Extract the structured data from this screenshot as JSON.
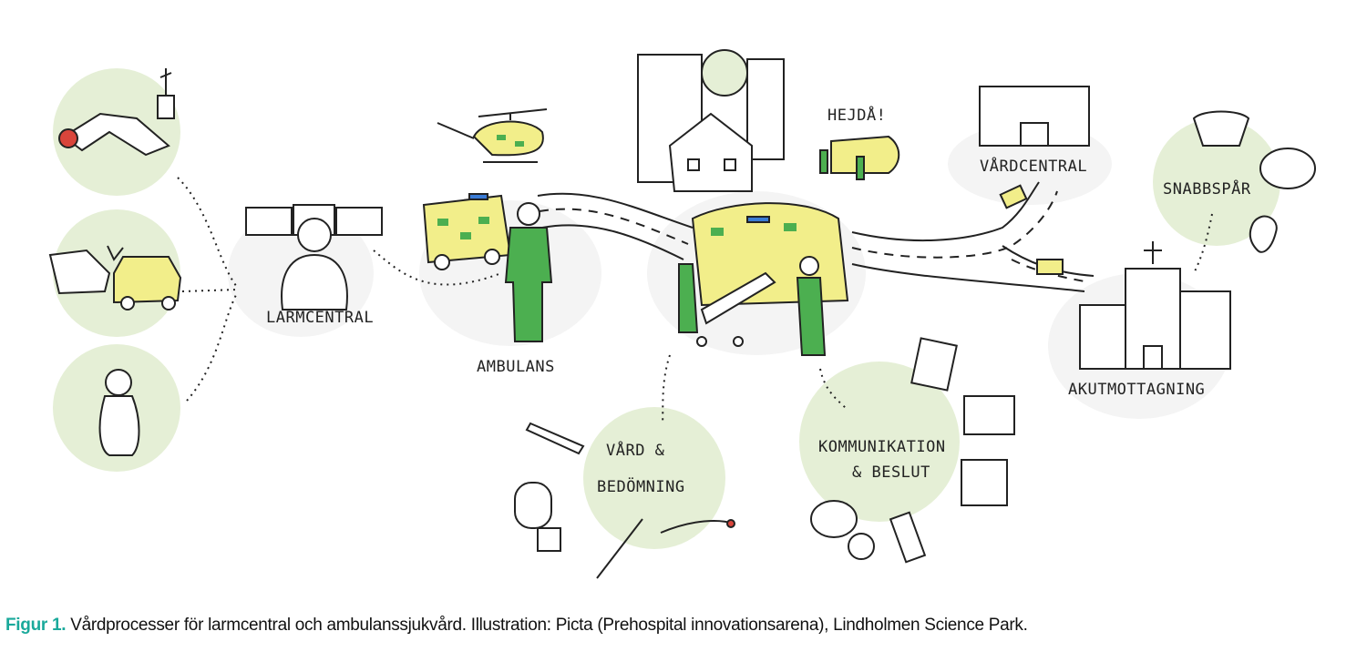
{
  "labels": {
    "larmcentral": "LARMCENTRAL",
    "ambulans": "AMBULANS",
    "vard_line1": "VÅRD &",
    "vard_line2": "BEDÖMNING",
    "komm_line1": "KOMMUNIKATION",
    "komm_line2": "& BESLUT",
    "hejda": "HEJDÅ!",
    "vardcentral": "VÅRDCENTRAL",
    "snabbspar": "SNABBSPÅR",
    "akutmottagning": "AKUTMOTTAGNING"
  },
  "caption": {
    "figure_label": "Figur 1.",
    "text": " Vårdprocesser för larmcentral och ambulanssjukvård. Illustration: Picta (Prehospital innovationsarena), Lindholmen Science Park."
  },
  "colors": {
    "circle": "#e5efd6",
    "ambulance_yellow": "#f2ee8a",
    "uniform_green": "#4caf50",
    "caption_accent": "#1aa99b"
  }
}
